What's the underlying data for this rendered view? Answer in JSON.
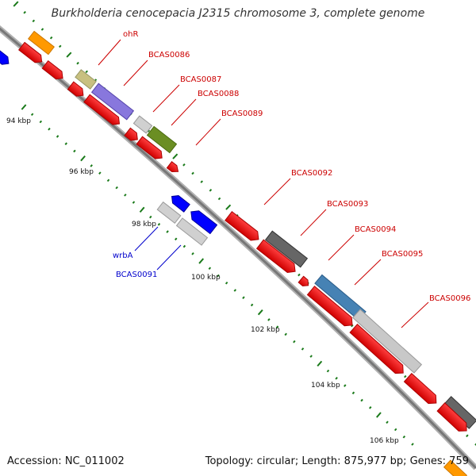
{
  "title": "Burkholderia cenocepacia J2315 chromosome 3, complete genome",
  "accession": "Accession: NC_011002",
  "topology": "Topology: circular; Length: 875,977 bp; Genes: 759",
  "colors": {
    "backbone": "#888888",
    "forward_gene": "#ff0000",
    "reverse_gene_label": "#0000cc",
    "tick": "#1a7a1a",
    "callout_forward": "#cc0000",
    "callout_reverse": "#0000cc"
  },
  "scale_labels": [
    "94 kbp",
    "96 kbp",
    "98 kbp",
    "100 kbp",
    "102 kbp",
    "104 kbp",
    "106 kbp"
  ],
  "gene_labels": {
    "ohR": "ohR",
    "BCAS0086": "BCAS0086",
    "BCAS0087": "BCAS0087",
    "BCAS0088": "BCAS0088",
    "BCAS0089": "BCAS0089",
    "BCAS0092": "BCAS0092",
    "BCAS0093": "BCAS0093",
    "BCAS0094": "BCAS0094",
    "BCAS0095": "BCAS0095",
    "BCAS0096": "BCAS0096",
    "wrbA": "wrbA",
    "BCAS0091": "BCAS0091"
  }
}
